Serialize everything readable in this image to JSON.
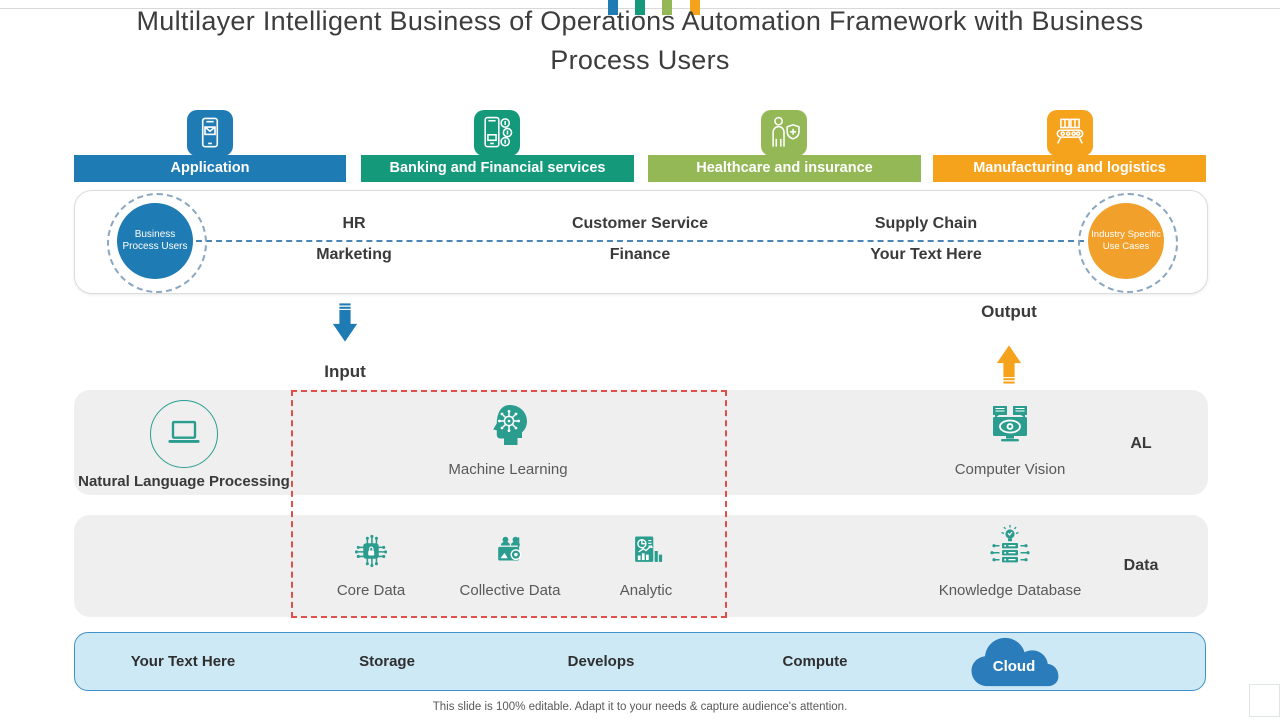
{
  "slide": {
    "title": "Multilayer Intelligent Business of Operations Automation Framework with Business Process Users",
    "footer": "This slide is 100% editable. Adapt it to your needs & capture audience's attention."
  },
  "colors": {
    "blue": "#1e7bb3",
    "teal": "#15997b",
    "green": "#93b855",
    "orange": "#f5a21d",
    "icon_teal": "#2a9d8f",
    "row_gray": "#efeff0",
    "cloud_bar_fill": "#cde9f6",
    "cloud_bar_border": "#4191c9",
    "cloud_fill": "#2b7cba",
    "red_dash": "#e0504a"
  },
  "categories": [
    {
      "label": "Application",
      "icon": "mobile-app-icon",
      "color": "#1e7bb3"
    },
    {
      "label": "Banking and Financial services",
      "icon": "mobile-banking-icon",
      "color": "#15997b"
    },
    {
      "label": "Healthcare and insurance",
      "icon": "patient-shield-icon",
      "color": "#93b855"
    },
    {
      "label": "Manufacturing and logistics",
      "icon": "conveyor-boxes-icon",
      "color": "#f5a21d"
    }
  ],
  "process_band": {
    "left_circle_label": "Business Process Users",
    "right_circle_label": "Industry Specific Use Cases",
    "columns": [
      {
        "top": "HR",
        "bottom": "Marketing"
      },
      {
        "top": "Customer Service",
        "bottom": "Finance"
      },
      {
        "top": "Supply Chain",
        "bottom": "Your Text Here"
      }
    ]
  },
  "flow": {
    "input": "Input",
    "output": "Output"
  },
  "ai_layer": {
    "items": [
      {
        "label": "Natural Language Processing",
        "icon": "laptop-icon"
      },
      {
        "label": "Machine Learning",
        "icon": "head-gear-icon"
      },
      {
        "label": "Computer Vision",
        "icon": "vision-monitor-icon"
      }
    ],
    "side_label": "AL"
  },
  "data_layer": {
    "items": [
      {
        "label": "Core Data",
        "icon": "secure-chip-icon"
      },
      {
        "label": "Collective Data",
        "icon": "team-data-icon"
      },
      {
        "label": "Analytic",
        "icon": "report-chart-icon"
      },
      {
        "label": "Knowledge Database",
        "icon": "knowledge-server-icon"
      }
    ],
    "side_label": "Data"
  },
  "cloud_bar": {
    "items": [
      "Your Text Here",
      "Storage",
      "Develops",
      "Compute"
    ],
    "cloud_label": "Cloud"
  }
}
